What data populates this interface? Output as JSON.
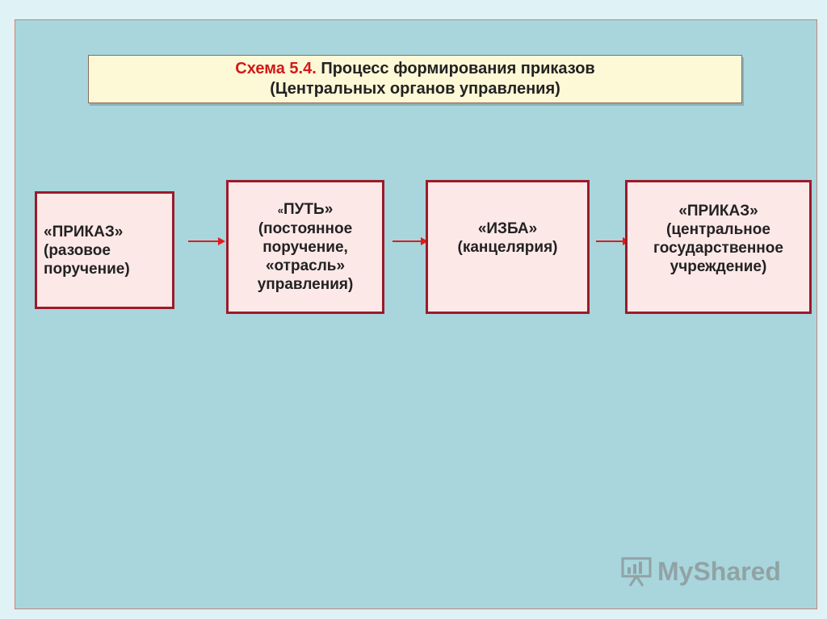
{
  "title": {
    "prefix": "Схема 5.4.",
    "line1_rest": " Процесс формирования  приказов",
    "line2": "(Центральных органов управления)"
  },
  "boxes": [
    {
      "lines": [
        "«ПРИКАЗ»",
        "(разовое",
        "поручение)"
      ]
    },
    {
      "quote_open": "«",
      "first_rest": "ПУТЬ»",
      "lines": [
        "(постоянное",
        "поручение,",
        "«отрасль»",
        "управления)"
      ]
    },
    {
      "lines": [
        "«ИЗБА»",
        "(канцелярия)"
      ]
    },
    {
      "lines": [
        "«ПРИКАЗ»",
        "(центральное",
        "государственное",
        "учреждение)"
      ]
    }
  ],
  "watermark": {
    "text": "MyShared",
    "icon": "presentation-board-icon"
  }
}
